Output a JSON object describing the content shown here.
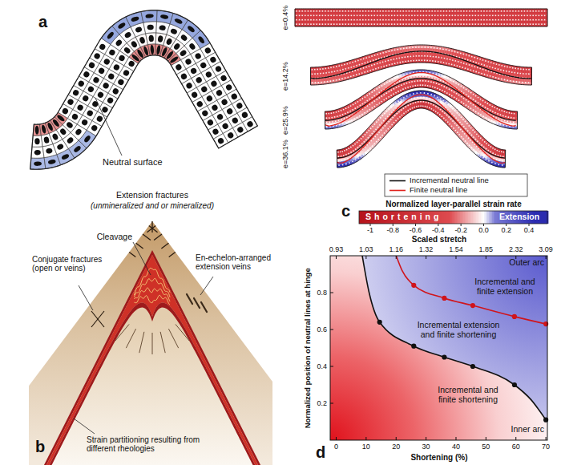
{
  "diagram": {
    "labels": [
      "a",
      "Neutral surface",
      "b",
      "Extension fractures",
      "(unmineralized and or mineralized)",
      "Cleavage",
      "Conjugate fractures (open or veins)",
      "En-echelon-arranged extension veins",
      "Strain partitioning resulting from different rheologies",
      "e=0.4%",
      "e=14.2%",
      "e=25.9%",
      "e=36.1%",
      "c",
      "Normalized layer-parallel strain rate",
      "Shortening",
      "Extension",
      "-1",
      "-0.8",
      "-0.6",
      "-0.4",
      "-0.2",
      "0.0",
      "0.2",
      "0.4",
      "d",
      "Scaled stretch",
      "0.93",
      "1.03",
      "1.16",
      "1.32",
      "1.54",
      "1.85",
      "2.32",
      "3.09",
      "Normalized position of neutral lines at hinge",
      "0.2",
      "0.4",
      "0.6",
      "0.8",
      "0",
      "10",
      "20",
      "30",
      "40",
      "50",
      "60",
      "70",
      "Shortening (%)",
      "Outer arc",
      "Incremental and finite extension",
      "Incremental extension and finite shortening",
      "Incremental and finite shortening",
      "Inner arc"
    ],
    "legend": [
      {
        "text": "Incremental neutral line"
      },
      {
        "text": "Finite neutral line"
      }
    ]
  }
}
